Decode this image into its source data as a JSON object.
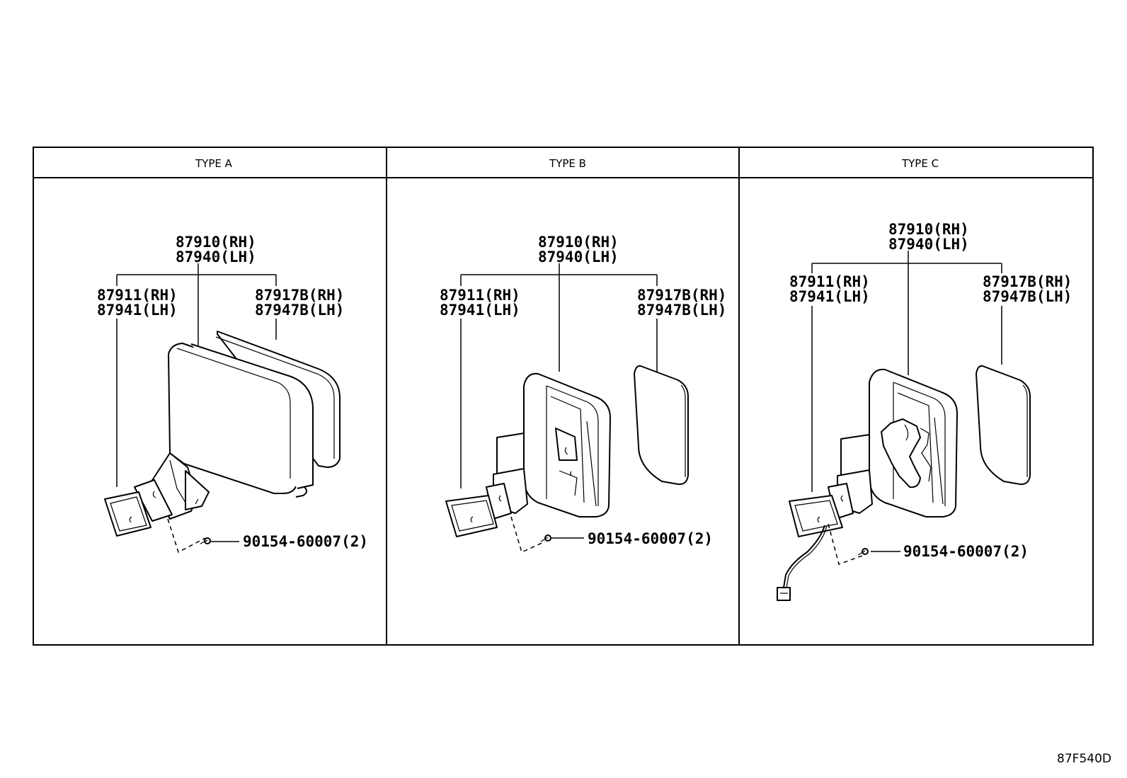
{
  "panels": [
    {
      "title": "TYPE A",
      "housing": {
        "line1": "87910(RH)",
        "line2": "87940(LH)"
      },
      "cover": {
        "line1": "87911(RH)",
        "line2": "87941(LH)"
      },
      "glass": {
        "line1": "87917B(RH)",
        "line2": "87947B(LH)"
      },
      "screw": "90154-60007(2)"
    },
    {
      "title": "TYPE B",
      "housing": {
        "line1": "87910(RH)",
        "line2": "87940(LH)"
      },
      "cover": {
        "line1": "87911(RH)",
        "line2": "87941(LH)"
      },
      "glass": {
        "line1": "87917B(RH)",
        "line2": "87947B(LH)"
      },
      "screw": "90154-60007(2)"
    },
    {
      "title": "TYPE C",
      "housing": {
        "line1": "87910(RH)",
        "line2": "87940(LH)"
      },
      "cover": {
        "line1": "87911(RH)",
        "line2": "87941(LH)"
      },
      "glass": {
        "line1": "87917B(RH)",
        "line2": "87947B(LH)"
      },
      "screw": "90154-60007(2)"
    }
  ],
  "figure_code": "87F540D"
}
